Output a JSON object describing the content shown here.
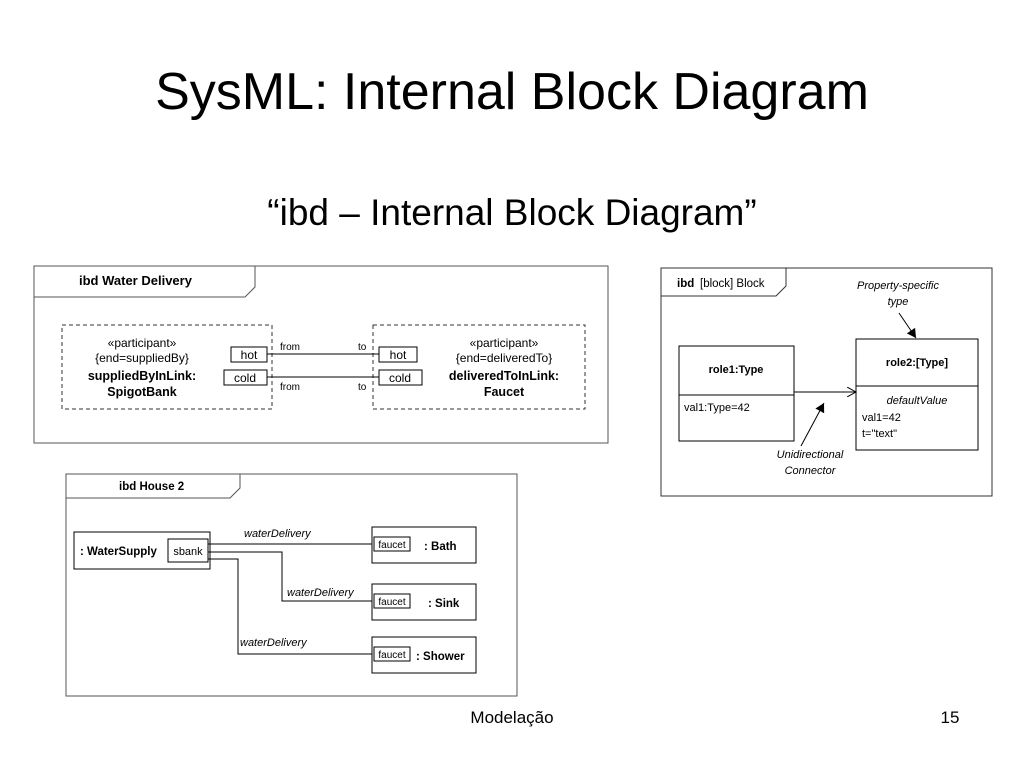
{
  "slide": {
    "title": "SysML: Internal Block Diagram",
    "subtitle": "“ibd – Internal Block Diagram”",
    "footer_center": "Modelação",
    "page_number": "15"
  },
  "diagram_water_delivery": {
    "frame_label": "ibd Water Delivery",
    "left_part": {
      "stereotype": "«participant»",
      "constraint": "{end=suppliedBy}",
      "name_line1": "suppliedByInLink:",
      "name_line2": "SpigotBank"
    },
    "right_part": {
      "stereotype": "«participant»",
      "constraint": "{end=deliveredTo}",
      "name_line1": "deliveredToInLink:",
      "name_line2": "Faucet"
    },
    "ports": {
      "left_hot": "hot",
      "left_cold": "cold",
      "right_hot": "hot",
      "right_cold": "cold"
    },
    "connector_labels": {
      "top_from": "from",
      "top_to": "to",
      "bottom_from": "from",
      "bottom_to": "to"
    }
  },
  "diagram_house": {
    "frame_label": "ibd House 2",
    "source_part": ": WaterSupply",
    "source_port": "sbank",
    "connectors": [
      {
        "label": "waterDelivery",
        "target_port": "faucet",
        "target_part": ": Bath"
      },
      {
        "label": "waterDelivery",
        "target_port": "faucet",
        "target_part": ": Sink"
      },
      {
        "label": "waterDelivery",
        "target_port": "faucet",
        "target_part": ": Shower"
      }
    ]
  },
  "diagram_block": {
    "frame_keyword": "ibd",
    "frame_label": "[block] Block",
    "note_top_line1": "Property-specific",
    "note_top_line2": "type",
    "note_bottom_line1": "Unidirectional",
    "note_bottom_line2": "Connector",
    "role1": {
      "name": "role1:Type",
      "value": "val1:Type=42"
    },
    "role2": {
      "name": "role2:[Type]",
      "compartment_title": "defaultValue",
      "value1": "val1=42",
      "value2": "t=\"text\""
    }
  }
}
